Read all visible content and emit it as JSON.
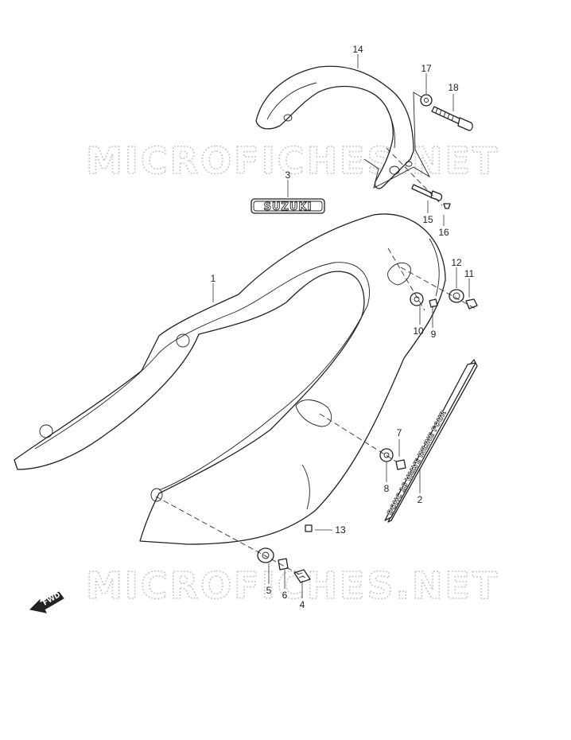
{
  "watermarks": [
    "MICROFICHES.NET",
    "MICROFICHES.NET"
  ],
  "decals": {
    "suzuki": "SUZUKI",
    "side_stripe": "DOHC 16 VALVE INLINE FOUR"
  },
  "direction_arrow": {
    "label": "FWD",
    "icon": "fwd-arrow-icon"
  },
  "callouts": [
    "1",
    "2",
    "3",
    "4",
    "5",
    "6",
    "7",
    "8",
    "9",
    "10",
    "11",
    "12",
    "13",
    "14",
    "15",
    "16",
    "17",
    "18"
  ]
}
